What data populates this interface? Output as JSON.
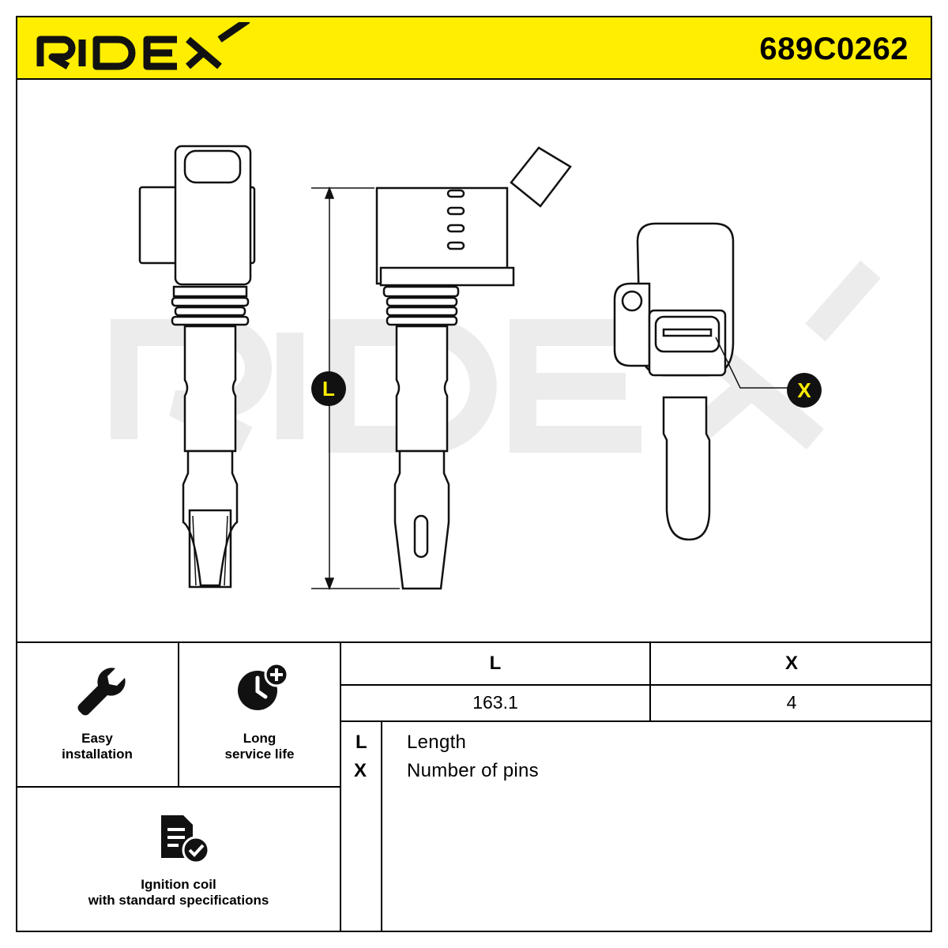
{
  "brand": {
    "logo_text": "RIDEX",
    "accent_color": "#ffee00"
  },
  "part_number": "689C0262",
  "drawing": {
    "dimension_badges": [
      {
        "key": "L",
        "icon": "dimension-length-marker"
      },
      {
        "key": "X",
        "icon": "pin-count-marker"
      }
    ],
    "watermark": "RIDEX"
  },
  "features": [
    {
      "line1": "Easy",
      "line2": "installation",
      "icon": "wrench-icon"
    },
    {
      "line1": "Long",
      "line2": "service life",
      "icon": "clock-plus-icon"
    },
    {
      "line1": "Ignition coil",
      "line2": "with standard specifications",
      "icon": "document-check-icon"
    }
  ],
  "spec_table": {
    "headers": [
      "L",
      "X"
    ],
    "values": [
      "163.1",
      "4"
    ]
  },
  "legend": [
    {
      "key": "L",
      "label": "Length"
    },
    {
      "key": "X",
      "label": "Number of pins"
    }
  ]
}
